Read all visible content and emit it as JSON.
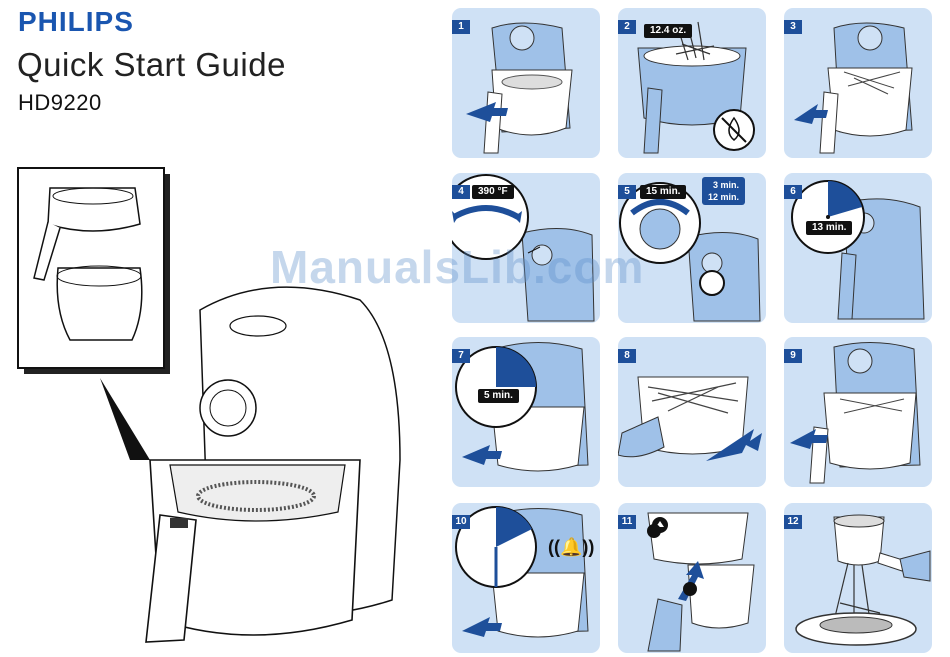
{
  "header": {
    "brand": "PHILIPS",
    "title": "Quick Start Guide",
    "model": "HD9220"
  },
  "steps": [
    {
      "number": "1"
    },
    {
      "number": "2",
      "label": "12.4 oz."
    },
    {
      "number": "3"
    },
    {
      "number": "4",
      "label": "390 °F"
    },
    {
      "number": "5",
      "label": "15 min.",
      "note1": "3 min.",
      "note2": "12 min."
    },
    {
      "number": "6",
      "label": "13 min."
    },
    {
      "number": "7",
      "label": "5 min."
    },
    {
      "number": "8"
    },
    {
      "number": "9"
    },
    {
      "number": "10"
    },
    {
      "number": "11"
    },
    {
      "number": "12"
    }
  ],
  "watermark": "ManualsLib.com",
  "colors": {
    "brand": "#1a56b0",
    "panel": "#cfe1f5",
    "accent": "#1e4f9a",
    "appliance": "#9fc1e8"
  }
}
